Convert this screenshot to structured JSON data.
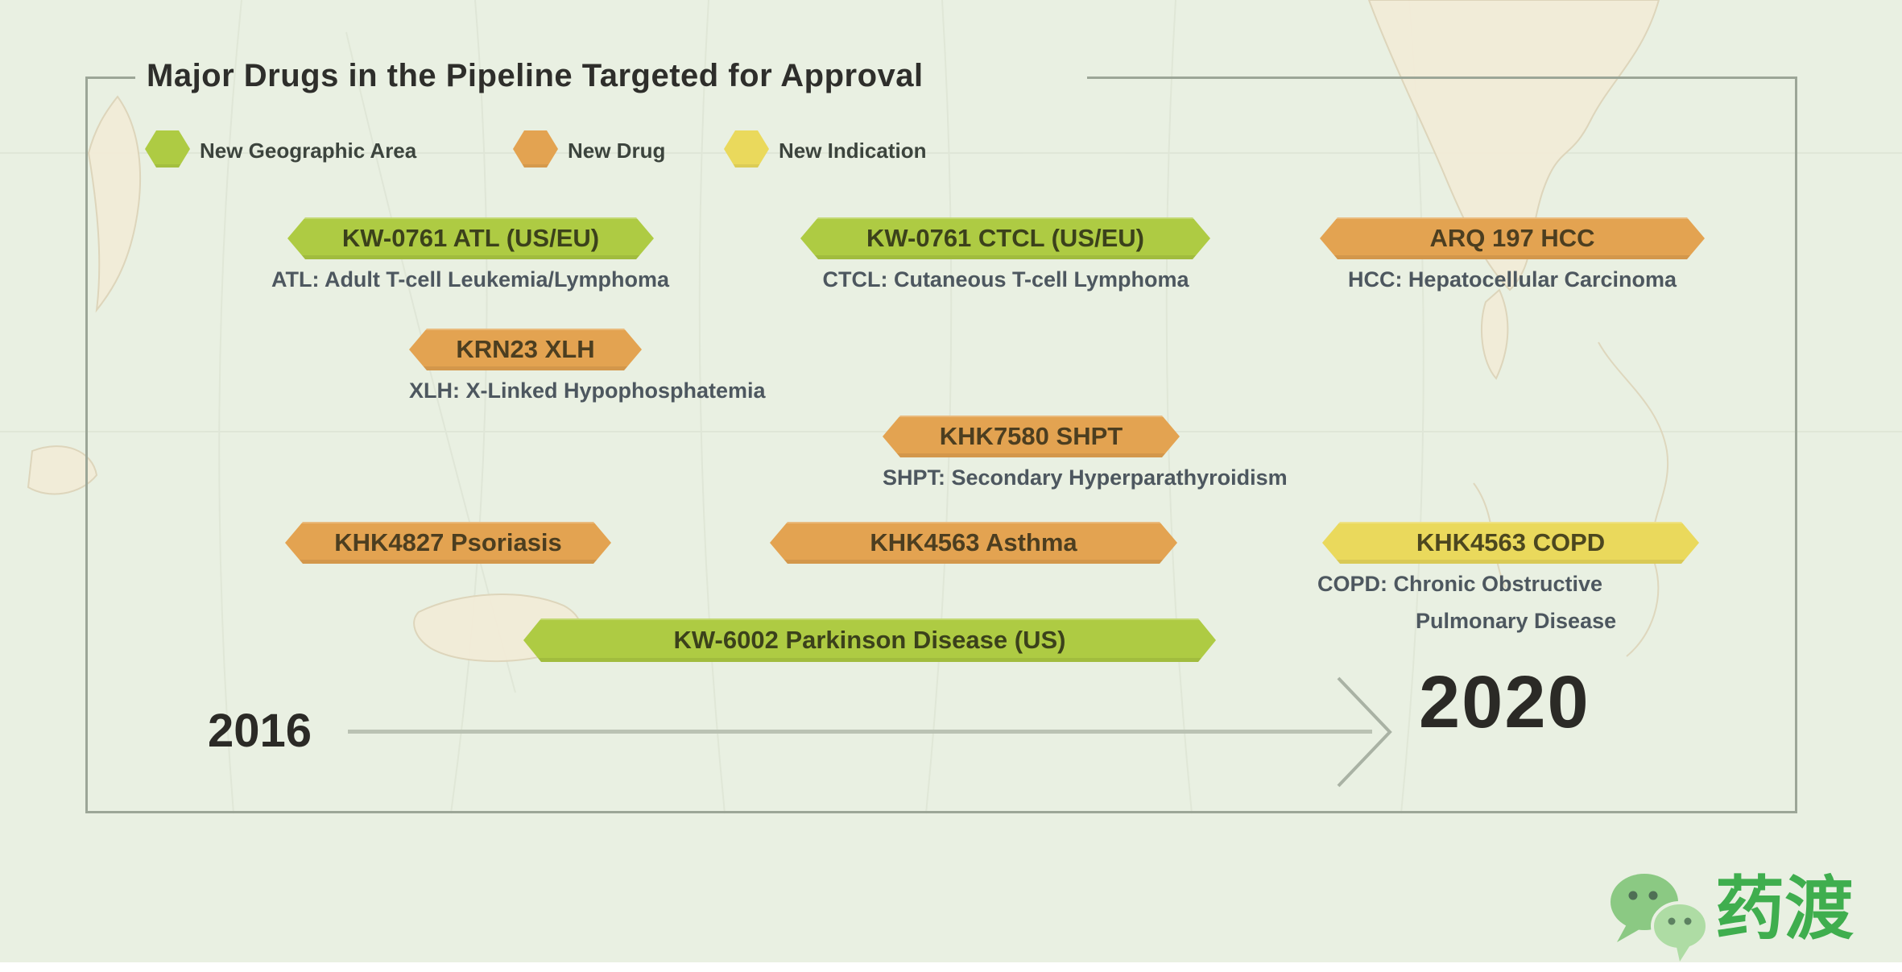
{
  "title": "Major Drugs in the Pipeline Targeted for Approval",
  "legend": {
    "items": [
      {
        "key": "new-geographic-area",
        "label": "New Geographic Area",
        "color": "#aecb43"
      },
      {
        "key": "new-drug",
        "label": "New Drug",
        "color": "#e3a351"
      },
      {
        "key": "new-indication",
        "label": "New Indication",
        "color": "#ead95c"
      }
    ]
  },
  "timeline": {
    "start_year": "2016",
    "end_year": "2020"
  },
  "badges": [
    {
      "label": "KW-0761 ATL (US/EU)",
      "category": "New Geographic Area",
      "caption": "ATL: Adult T-cell Leukemia/Lymphoma"
    },
    {
      "label": "KW-0761 CTCL (US/EU)",
      "category": "New Geographic Area",
      "caption": "CTCL: Cutaneous T-cell Lymphoma"
    },
    {
      "label": "ARQ 197 HCC",
      "category": "New Drug",
      "caption": "HCC: Hepatocellular Carcinoma"
    },
    {
      "label": "KRN23 XLH",
      "category": "New Drug",
      "caption": "XLH: X-Linked Hypophosphatemia"
    },
    {
      "label": "KHK7580 SHPT",
      "category": "New Drug",
      "caption": "SHPT: Secondary Hyperparathyroidism"
    },
    {
      "label": "KHK4827 Psoriasis",
      "category": "New Drug",
      "caption": ""
    },
    {
      "label": "KHK4563 Asthma",
      "category": "New Drug",
      "caption": ""
    },
    {
      "label": "KHK4563 COPD",
      "category": "New Indication",
      "caption": "COPD: Chronic Obstructive",
      "caption_line2": "Pulmonary Disease"
    },
    {
      "label": "KW-6002 Parkinson Disease (US)",
      "category": "New Geographic Area",
      "caption": ""
    }
  ],
  "watermark": {
    "text": "药渡",
    "brand_color": "#3fae4e"
  }
}
